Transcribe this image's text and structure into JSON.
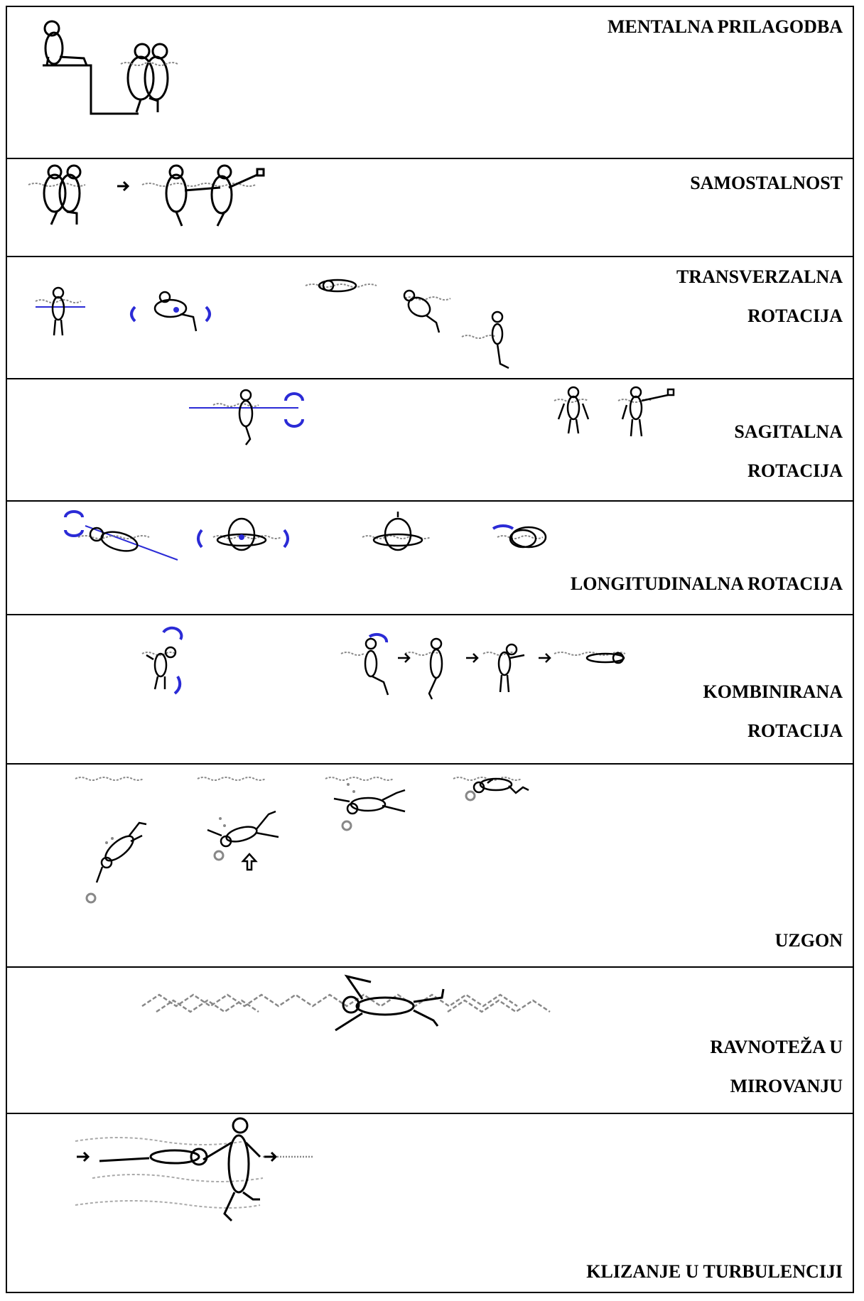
{
  "rows": [
    {
      "id": "mentalna-prilagodba",
      "label_lines": [
        "MENTALNA PRILAGODBA"
      ]
    },
    {
      "id": "samostalnost",
      "label_lines": [
        "SAMOSTALNOST"
      ]
    },
    {
      "id": "transverzalna-rotacija",
      "label_lines": [
        "TRANSVERZALNA",
        "ROTACIJA"
      ]
    },
    {
      "id": "sagitalna-rotacija",
      "label_lines": [
        "SAGITALNA",
        "ROTACIJA"
      ]
    },
    {
      "id": "longitudinalna-rotacija",
      "label_lines": [
        "LONGITUDINALNA ROTACIJA"
      ]
    },
    {
      "id": "kombinirana-rotacija",
      "label_lines": [
        "KOMBINIRANA",
        "ROTACIJA"
      ]
    },
    {
      "id": "uzgon",
      "label_lines": [
        "UZGON"
      ]
    },
    {
      "id": "ravnoteza-u-mirovanju",
      "label_lines": [
        "RAVNOTEŽA U",
        "MIROVANJU"
      ]
    },
    {
      "id": "klizanje-u-turbulenciji",
      "label_lines": [
        "KLIZANJE U TURBULENCIJI"
      ]
    }
  ],
  "colors": {
    "ink": "#000000",
    "water": "#888888",
    "rotation": "#2b2bd6"
  }
}
